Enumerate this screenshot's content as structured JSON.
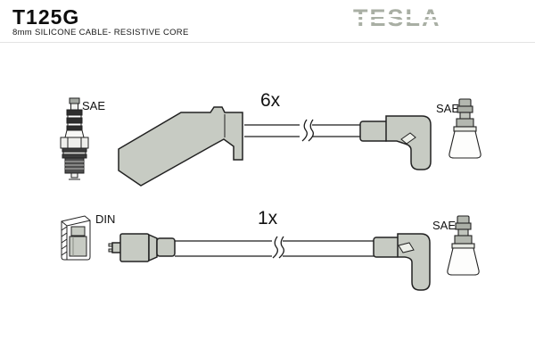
{
  "header": {
    "part_number": "T125G",
    "description": "8mm SILICONE CABLE- RESISTIVE CORE",
    "brand": "TESLA"
  },
  "diagram": {
    "rows": [
      {
        "connector_icon": "spark-plug-icon",
        "connector_standard": "SAE",
        "quantity": "6x",
        "cable_left_boot": "135-degree-spark-plug-boot",
        "cable_right_boot": "90-degree-elbow-boot",
        "terminal_icon": "sae-terminal-icon",
        "terminal_standard": "SAE"
      },
      {
        "connector_icon": "din-socket-icon",
        "connector_standard": "DIN",
        "quantity": "1x",
        "cable_left_boot": "straight-distributor-boot",
        "cable_right_boot": "90-degree-elbow-boot",
        "terminal_icon": "sae-terminal-icon",
        "terminal_standard": "SAE"
      }
    ]
  },
  "colors": {
    "boot_fill": "#c7cbc3",
    "terminal_fill": "#b3b7af",
    "outline": "#222222",
    "brand_gray": "#a9afa4",
    "header_rule": "#e3e3e3"
  }
}
